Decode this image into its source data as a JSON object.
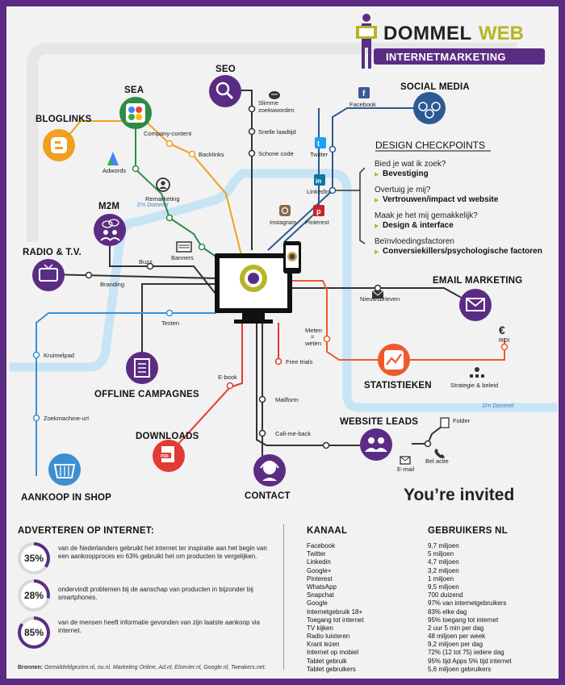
{
  "brand": {
    "name_dark": "DOMMEL",
    "name_accent": "WEB",
    "tagline": "INTERNETMARKETING"
  },
  "colors": {
    "purple": "#5b2c83",
    "olive": "#b6b625",
    "orange_line": "#f0a020",
    "green_line": "#2e8b45",
    "blue_line": "#2c5a92",
    "dark_line": "#333333",
    "red_line": "#e13b35",
    "orange_red_line": "#ee5a2a",
    "river": "#bfe0f3"
  },
  "rivers": {
    "top": "D'n Dommel",
    "bottom": "D'n Dommel"
  },
  "hubs": {
    "sea": "SEA",
    "seo": "SEO",
    "social": "SOCIAL MEDIA",
    "bloglinks": "BLOGLINKS",
    "m2m": "M2M",
    "radio": "RADIO & T.V.",
    "email": "EMAIL MARKETING",
    "statistieken": "STATISTIEKEN",
    "offline": "OFFLINE CAMPAGNES",
    "downloads": "DOWNLOADS",
    "leads": "WEBSITE LEADS",
    "shop": "AANKOOP IN SHOP",
    "contact": "CONTACT"
  },
  "stops": {
    "slimme1": "Slimme",
    "slimme2": "zoekwoorden",
    "snelle": "Snelle laadtijd",
    "schone": "Schone code",
    "facebook": "Facebook",
    "twitter": "Twitter",
    "linkedin": "LinkedIn",
    "instagram": "Instagram",
    "pinterest": "Pinterest",
    "company": "Company-content",
    "backlinks": "Backlinks",
    "adwords": "Adwords",
    "remarketing": "Remarketing",
    "banners": "Banners",
    "buzz": "Buzz",
    "branding": "Branding",
    "testen": "Testen",
    "kruimelpad": "Kruimelpad",
    "zoekmachine": "Zoekmachine-url",
    "nieuwsbrieven": "Nieuwsbrieven",
    "meten1": "Meten",
    "meten2": "=",
    "meten3": "weten",
    "roi": "ROI",
    "strategie": "Strategie & beleid",
    "freetrials": "Free trials",
    "ebook": "E-book",
    "mailform": "Mailform",
    "callme": "Call-me-back",
    "folder": "Folder",
    "email": "E-mail",
    "belactie": "Bel actie"
  },
  "checkpoints": {
    "title": "DESIGN CHECKPOINTS",
    "items": [
      {
        "q": "Bied je wat ik zoek?",
        "a": "Bevestiging"
      },
      {
        "q": "Overtuig je mij?",
        "a": "Vertrouwen/impact vd website"
      },
      {
        "q": "Maak je het mij gemakkelijk?",
        "a": "Design & interface"
      },
      {
        "q": "Beïnvloedingsfactoren",
        "a": "Conversiekillers/psychologische factoren"
      }
    ]
  },
  "invited": "You’re invited",
  "advert": {
    "title": "ADVERTEREN OP INTERNET:",
    "stats": [
      {
        "pct": "35%",
        "value": 35,
        "text": "van de Nederlanders gebruikt het internet ter inspiratie aan het begin van een aankoopproces en 63% gebruikt het om producten te vergelijken."
      },
      {
        "pct": "28%",
        "value": 28,
        "text": "ondervindt problemen bij de aanschap van producten in bijzonder bij smartphones."
      },
      {
        "pct": "85%",
        "value": 85,
        "text": "van de mensen heeft informatie gevonden van zijn laatste aankoop via internet."
      }
    ],
    "sources_label": "Bronnen:",
    "sources": "Gemiddeldgezien.nl, nu.nl, Marketing Online, Ad.nl, Elsevier.nl, Google.nl, Tweakers.net."
  },
  "table": {
    "col1": "KANAAL",
    "col2": "GEBRUIKERS NL",
    "rows": [
      [
        "Facebook",
        "9,7 miljoen"
      ],
      [
        "Twitter",
        "5 miljoen"
      ],
      [
        "Linkedin",
        "4,7 miljoen"
      ],
      [
        "Google+",
        "3,2 miljoen"
      ],
      [
        "Pinterest",
        "1 miljoen"
      ],
      [
        "WhatsApp",
        "9,5 miljoen"
      ],
      [
        "Snapchat",
        "700 duizend"
      ],
      [
        "Google",
        "97% van internetgebruikers"
      ],
      [
        "Internetgebruik 18+",
        "83% elke dag"
      ],
      [
        "Toegang tot internet",
        "95% toegang tot internet"
      ],
      [
        "TV kijken",
        "2 uur 5 min per dag"
      ],
      [
        "Radio luisteren",
        "48 miljoen per week"
      ],
      [
        "Krant lezen",
        "9,2 miljoen per dag"
      ],
      [
        "Internet op mobiel",
        "72% (12 tot 75) iedere dag"
      ],
      [
        "Tablet gebruik",
        "95% tijd Apps 5% tijd internet"
      ],
      [
        "Tablet gebruikers",
        "5,6 miljoen gebruikers"
      ]
    ]
  }
}
